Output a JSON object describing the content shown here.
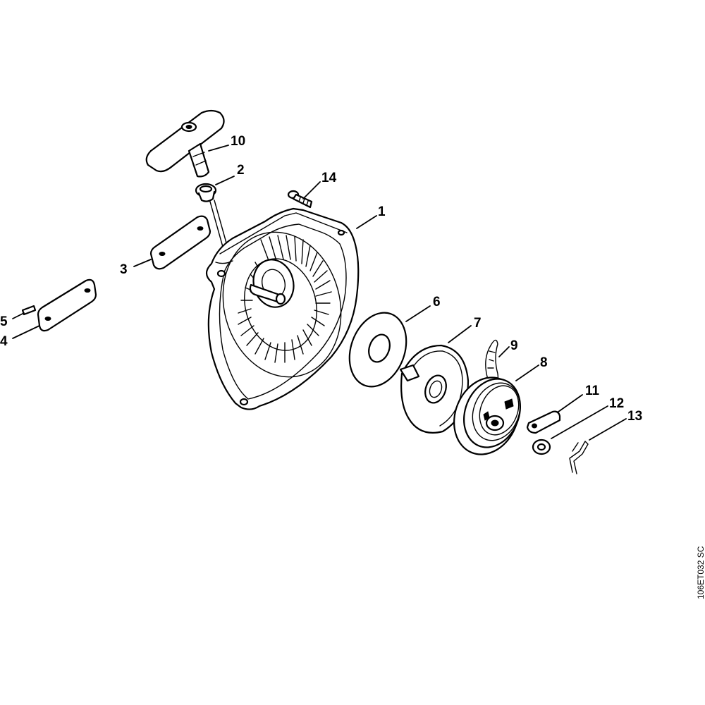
{
  "diagram": {
    "reference_code": "106ET032 SC",
    "callouts": [
      {
        "id": "1",
        "label": "1"
      },
      {
        "id": "2",
        "label": "2"
      },
      {
        "id": "3",
        "label": "3"
      },
      {
        "id": "4",
        "label": "4"
      },
      {
        "id": "5",
        "label": "5"
      },
      {
        "id": "6",
        "label": "6"
      },
      {
        "id": "7",
        "label": "7"
      },
      {
        "id": "8",
        "label": "8"
      },
      {
        "id": "9",
        "label": "9"
      },
      {
        "id": "10",
        "label": "10"
      },
      {
        "id": "11",
        "label": "11"
      },
      {
        "id": "12",
        "label": "12"
      },
      {
        "id": "13",
        "label": "13"
      },
      {
        "id": "14",
        "label": "14"
      }
    ]
  }
}
